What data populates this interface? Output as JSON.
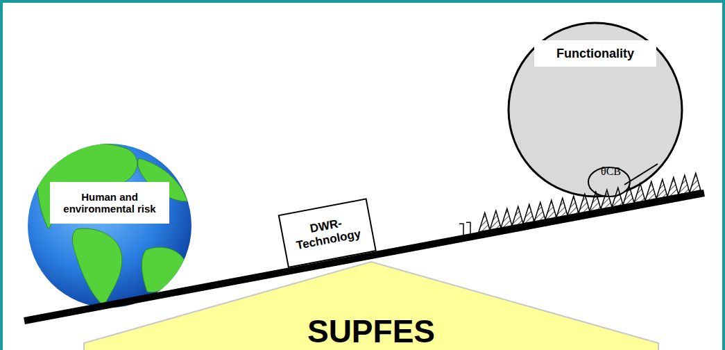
{
  "diagram": {
    "nodes": [
      {
        "text": [
          "Human and environmental risk"
        ]
      },
      {
        "text": [
          "DWR-Technology"
        ]
      },
      {
        "text": [
          "Functionality"
        ]
      },
      {
        "text": [
          "SUPFES"
        ]
      }
    ],
    "labels": [
      "θCB"
    ]
  }
}
